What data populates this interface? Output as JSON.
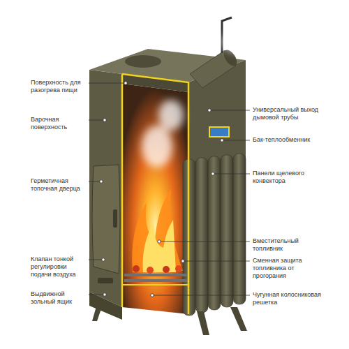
{
  "diagram": {
    "labels": [
      "Поверхность для разогрева пищи",
      "Варочная поверхность",
      "Герметичная топочная дверца",
      "Клапан тонкой регулировки подачи воздуха",
      "Выдвижной зольный ящик",
      "Универсальный выход дымовой трубы",
      "Бак-теплообменник",
      "Панели щелевого конвектора",
      "Вместительный топливник",
      "Сменная защита топливника от прогорания",
      "Чугунная колосниковая решетка"
    ]
  }
}
